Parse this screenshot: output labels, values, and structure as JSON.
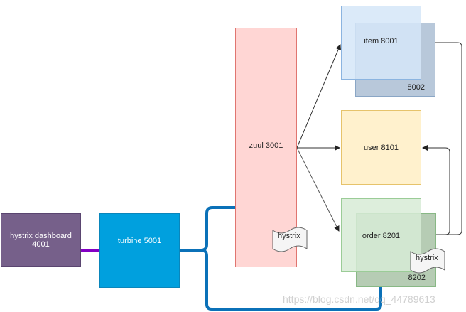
{
  "nodes": {
    "dashboard": {
      "label": "hystrix dashboard\n4001",
      "line1": "hystrix dashboard",
      "line2": "4001",
      "fill": "#76608a",
      "text_color": "#ffffff"
    },
    "turbine": {
      "label": "turbine 5001",
      "fill": "#00a0de",
      "text_color": "#ffffff"
    },
    "zuul": {
      "label": "zuul 3001",
      "fill": "#ffd6d4",
      "stroke": "#e07570"
    },
    "item_back": {
      "label": "8002",
      "fill": "#b8c8da",
      "stroke": "#8aa6c5"
    },
    "item": {
      "label": "item 8001",
      "fill": "#d5e6f8",
      "stroke": "#8bb4e0"
    },
    "user": {
      "label": "user 8101",
      "fill": "#fff1cd",
      "stroke": "#e6c36b"
    },
    "order_back": {
      "label": "8202",
      "fill": "#b6ccb4",
      "stroke": "#88b885"
    },
    "order": {
      "label": "order 8201",
      "fill": "#d7ebd6",
      "stroke": "#9bcc97"
    }
  },
  "tags": {
    "zuul_hystrix": "hystrix",
    "order_hystrix": "hystrix"
  },
  "colors": {
    "purple_link": "#8300c4",
    "blue_link": "#0b71b8",
    "arrow": "#333333"
  },
  "watermark": "https://blog.csdn.net/qq_44789613"
}
